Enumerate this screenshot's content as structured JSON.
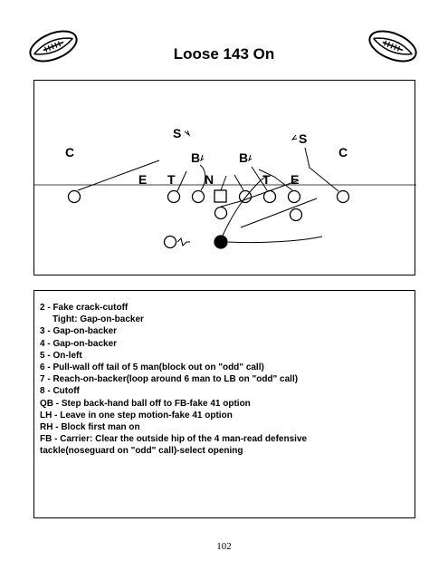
{
  "title": "Loose 143 On",
  "page_number": "102",
  "defense_labels": {
    "cb_left": "C",
    "s_left": "S",
    "b_left": "B",
    "b_right": "B",
    "s_right": "S",
    "cb_right": "C",
    "e_left": "E",
    "t_left": "T",
    "n": "N",
    "t_right": "T",
    "e_right": "E"
  },
  "notes": [
    {
      "text": "2 - Fake crack-cutoff",
      "indent": false
    },
    {
      "text": "Tight: Gap-on-backer",
      "indent": true
    },
    {
      "text": "3 - Gap-on-backer",
      "indent": false
    },
    {
      "text": "4 - Gap-on-backer",
      "indent": false
    },
    {
      "text": "5 - On-left",
      "indent": false
    },
    {
      "text": "6 - Pull-wall off tail of 5 man(block out on \"odd\" call)",
      "indent": false
    },
    {
      "text": "7 - Reach-on-backer(loop around 6 man to LB on \"odd\" call)",
      "indent": false
    },
    {
      "text": "8 - Cutoff",
      "indent": false
    },
    {
      "text": "QB - Step back-hand ball off to FB-fake 41 option",
      "indent": false
    },
    {
      "text": "LH - Leave in one step motion-fake 41 option",
      "indent": false
    },
    {
      "text": "RH - Block first man on",
      "indent": false
    },
    {
      "text": "FB - Carrier: Clear the outside hip of the 4 man-read defensive",
      "indent": false
    },
    {
      "text": "tackle(noseguard on \"odd\" call)-select opening",
      "indent": false
    }
  ]
}
